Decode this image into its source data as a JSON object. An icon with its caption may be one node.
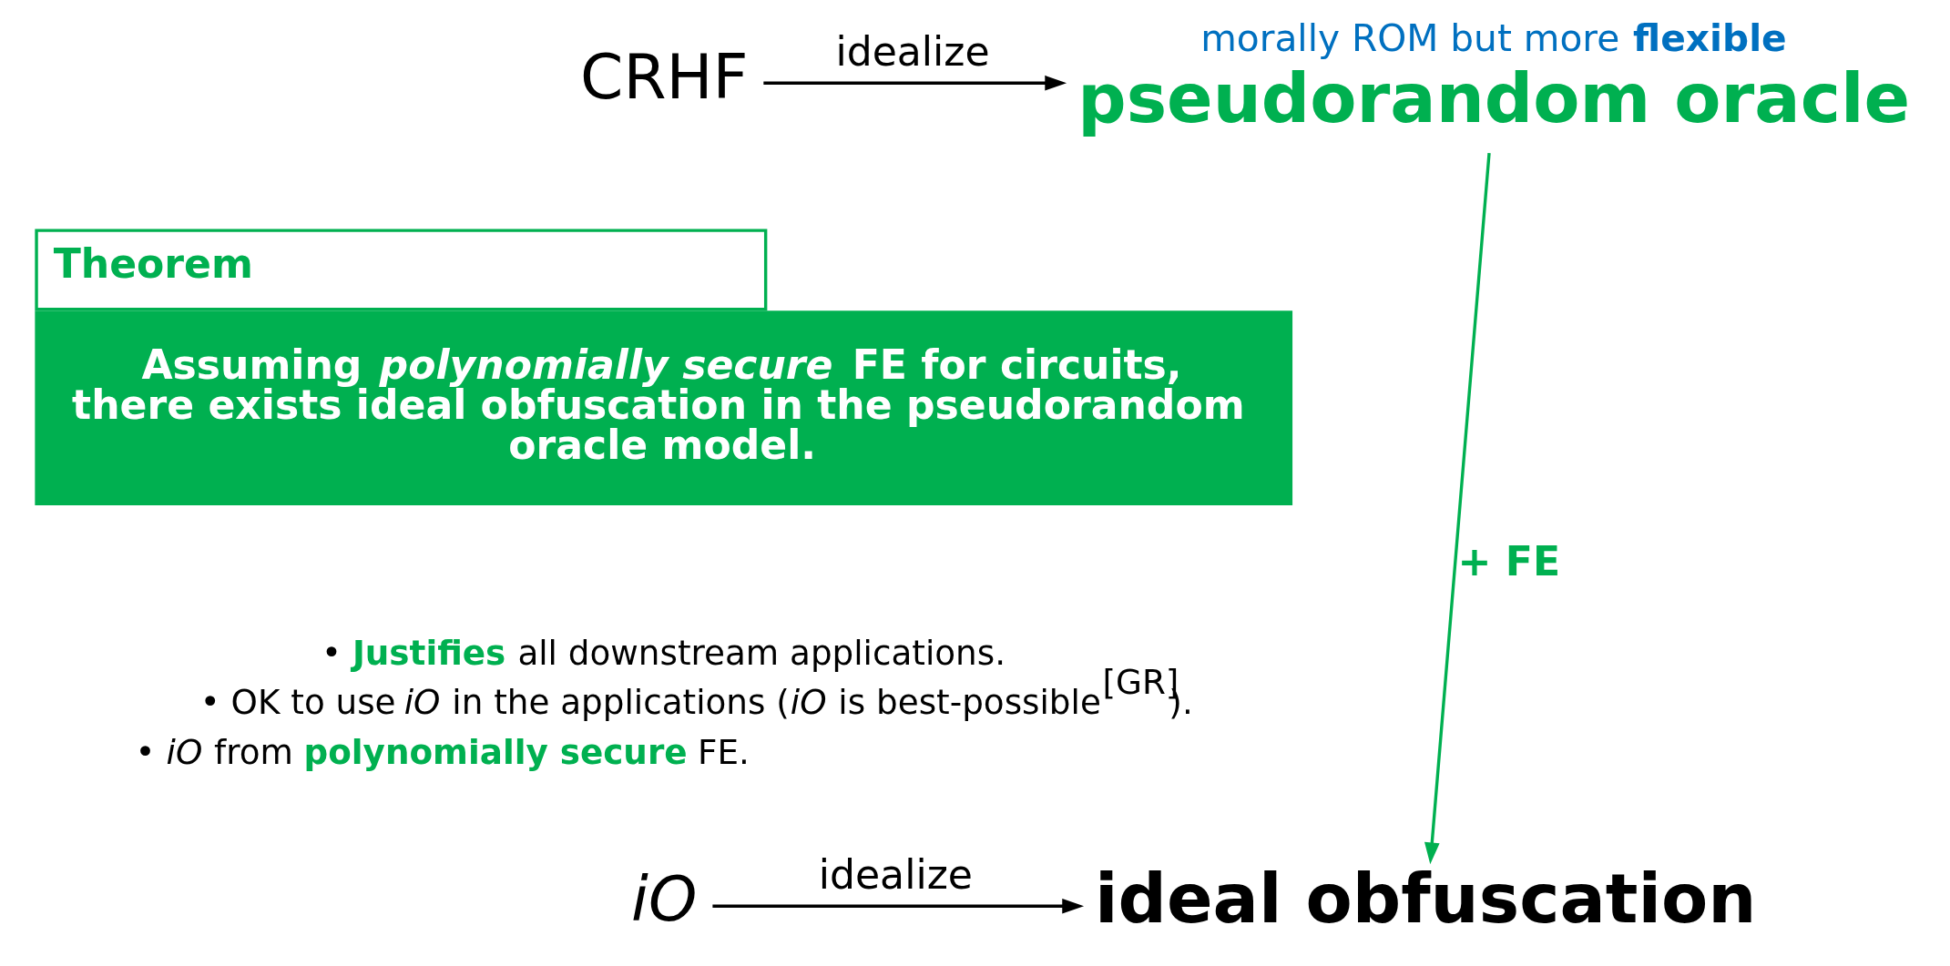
{
  "diagram": {
    "nodes": [
      {
        "text": [
          "CRHF"
        ]
      },
      {
        "text": [
          "pseudorandom oracle"
        ],
        "beside": [
          "morally ROM but more **flexible**"
        ]
      },
      {
        "text": [
          "Theorem",
          "Assuming *polynomially secure* FE for circuits, there exists ideal obfuscation in the pseudorandom oracle model."
        ]
      },
      {
        "text": [
          "*iO*"
        ]
      },
      {
        "text": [
          "ideal obfuscation"
        ]
      }
    ],
    "edges": [
      {
        "from": 0,
        "to": 1,
        "arrow": "to",
        "label": "idealize"
      },
      {
        "from": 1,
        "to": 4,
        "arrow": "to",
        "label": "+ FE",
        "color": "#00b050"
      },
      {
        "from": 3,
        "to": 4,
        "arrow": "to",
        "label": "idealize"
      }
    ],
    "labels": [
      "• **Justifies** all downstream applications.",
      "• OK to use *iO* in the applications (*iO* is best-possible$^{[GR]}$).",
      "• *iO* from **polynomially secure** FE."
    ]
  }
}
